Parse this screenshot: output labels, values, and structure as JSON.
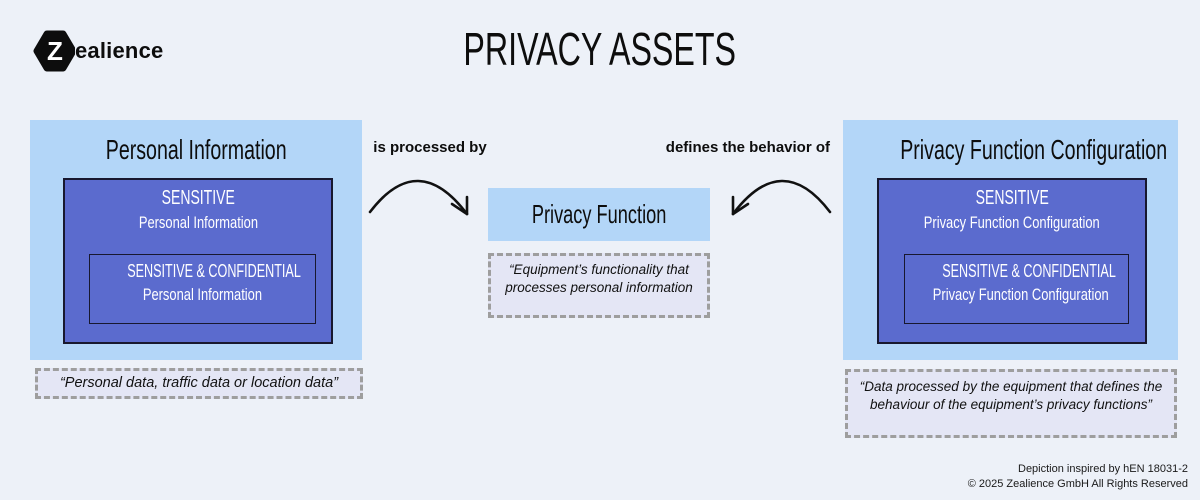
{
  "header": {
    "brand_letter": "Z",
    "brand_name": "ealience",
    "title": "PRIVACY ASSETS"
  },
  "colors": {
    "background": "#edf1f8",
    "box_light_blue": "#b3d6f8",
    "box_periwinkle": "#5b6bce",
    "box_border_dark": "#18182f",
    "quote_background": "#e4e6f5",
    "quote_border": "#9e9e9e",
    "text": "#111111"
  },
  "left_asset": {
    "title": "Personal Information",
    "sensitive_label": "SENSITIVE",
    "sensitive_subject": "Personal Information",
    "confidential_label": "SENSITIVE & CONFIDENTIAL",
    "confidential_subject": "Personal Information",
    "quote": "“Personal data, traffic data or location data”"
  },
  "relations": {
    "left_label": "is processed by",
    "right_label": "defines the behavior of"
  },
  "center": {
    "title": "Privacy Function",
    "quote": "“Equipment’s functionality that processes personal information"
  },
  "right_asset": {
    "title": "Privacy Function Configuration",
    "sensitive_label": "SENSITIVE",
    "sensitive_subject": "Privacy Function Configuration",
    "confidential_label": "SENSITIVE & CONFIDENTIAL",
    "confidential_subject": "Privacy Function Configuration",
    "quote": "“Data processed by the equipment that defines the behaviour of the equipment’s privacy functions”"
  },
  "footer": {
    "line1": "Depiction inspired by hEN 18031-2",
    "line2": "© 2025 Zealience GmbH All Rights Reserved"
  }
}
